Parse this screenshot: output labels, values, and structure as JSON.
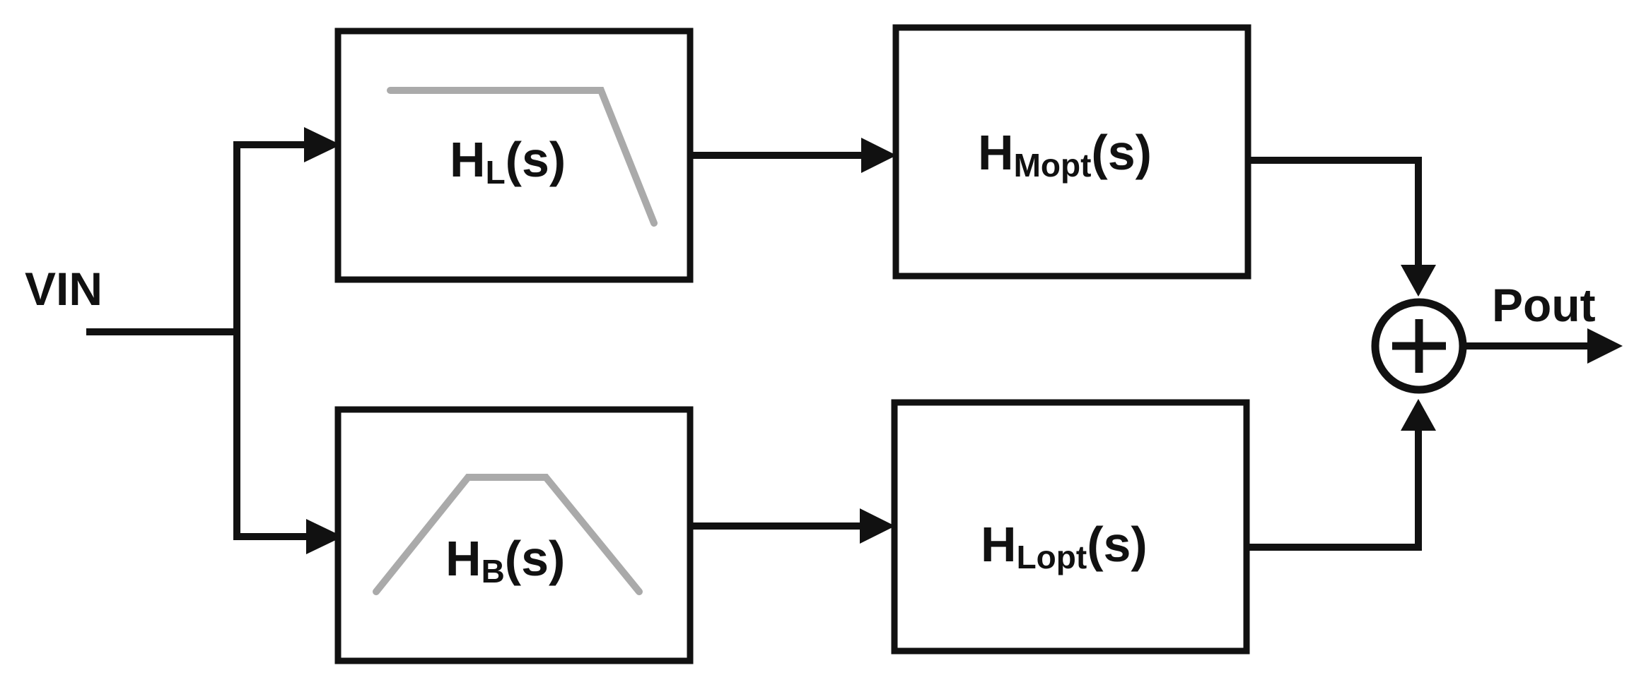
{
  "colors": {
    "stroke": "#111111",
    "response_curve": "#aaaaaa",
    "background": "#ffffff"
  },
  "labels": {
    "input": "VIN",
    "output": "Pout",
    "summer_symbol": "+"
  },
  "blocks": {
    "lowpass": {
      "main": "H",
      "sub": "L",
      "tail": "(s)"
    },
    "bandpass": {
      "main": "H",
      "sub": "B",
      "tail": "(s)"
    },
    "mid_opt": {
      "main": "H",
      "sub": "Mopt",
      "tail": "(s)"
    },
    "low_opt": {
      "main": "H",
      "sub": "Lopt",
      "tail": "(s)"
    }
  },
  "icons": {
    "lowpass_response": "lowpass-response-icon",
    "bandpass_response": "bandpass-response-icon",
    "summing_junction": "summing-junction-icon"
  }
}
